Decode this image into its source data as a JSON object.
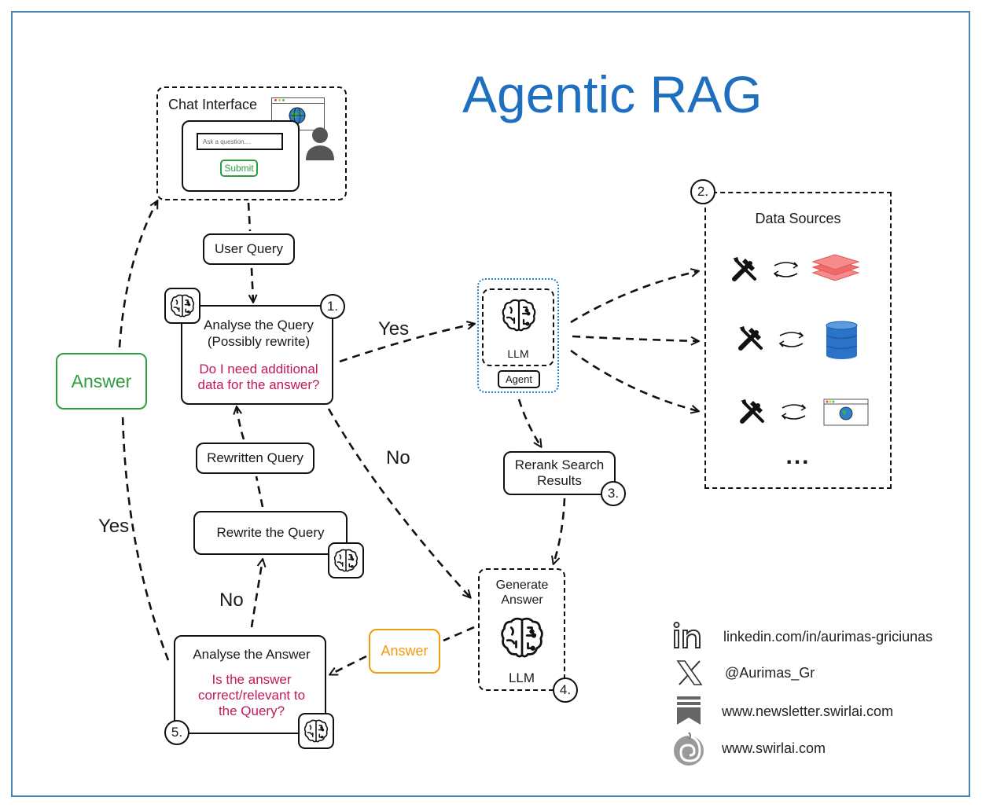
{
  "title": "Agentic RAG",
  "chat": {
    "label": "Chat Interface",
    "placeholder": "Ask a question....",
    "submit": "Submit"
  },
  "nodes": {
    "user_query": "User Query",
    "analyse_query": "Analyse the Query",
    "analyse_query_sub": "(Possibly rewrite)",
    "analyse_query_q": "Do I need additional data for the answer?",
    "rewritten_query": "Rewritten Query",
    "rewrite_query": "Rewrite the Query",
    "analyse_answer": "Analyse the Answer",
    "analyse_answer_q": "Is the answer correct/relevant to the Query?",
    "answer_green": "Answer",
    "answer_orange": "Answer",
    "llm": "LLM",
    "agent": "Agent",
    "rerank": "Rerank Search Results",
    "generate": "Generate Answer",
    "generate_llm": "LLM",
    "data_sources": "Data Sources",
    "ellipsis": "..."
  },
  "labels": {
    "yes_right": "Yes",
    "no_mid": "No",
    "yes_left": "Yes",
    "no_left": "No"
  },
  "steps": [
    "1.",
    "2.",
    "3.",
    "4.",
    "5."
  ],
  "contacts": {
    "linkedin": "linkedin.com/in/aurimas-griciunas",
    "x": "@Aurimas_Gr",
    "newsletter": "www.newsletter.swirlai.com",
    "site": "www.swirlai.com"
  },
  "icons": [
    "brain-icon",
    "globe-icon",
    "user-icon",
    "tools-icon",
    "sync-icon",
    "layers-icon",
    "database-icon",
    "browser-icon",
    "linkedin-icon",
    "x-icon",
    "bookmark-icon",
    "swirl-icon"
  ],
  "colors": {
    "title": "#1f6fc0",
    "question": "#c2185b",
    "answer_green": "#2e9e3e",
    "answer_orange": "#f29b11",
    "agent_border": "#2a7fd4",
    "layers": "#f26b6b",
    "database": "#2b73c8"
  }
}
